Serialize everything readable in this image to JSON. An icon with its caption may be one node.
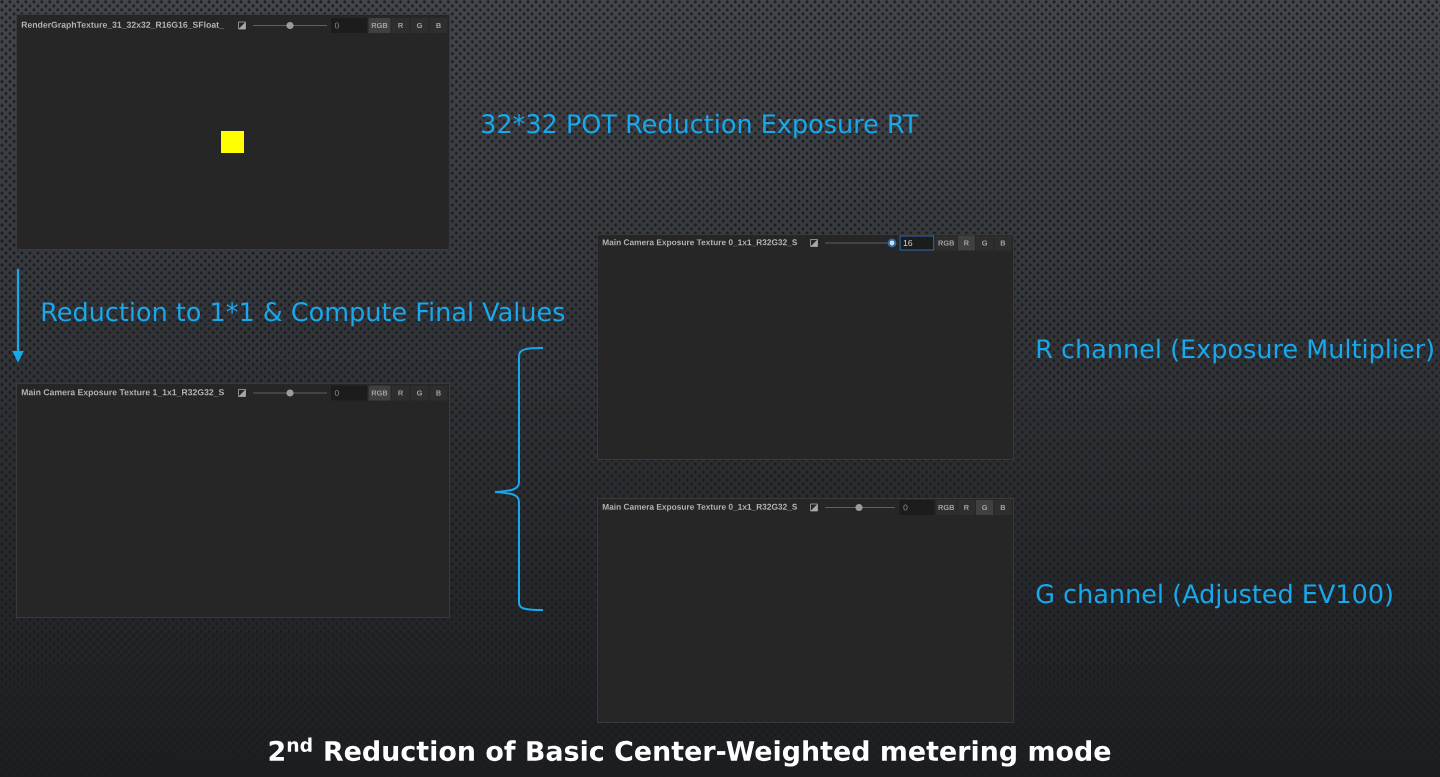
{
  "diagram": {
    "caption": "2$^{nd}$ Reduction of Basic Center-Weighted metering mode",
    "nodes": [
      {
        "text": [
          "RenderGraphTexture_31_32x32_R16G16_SFloat_",
          "0",
          "RGB",
          "R",
          "G",
          "B"
        ],
        "beside": [
          "32*32 POT Reduction Exposure RT"
        ]
      },
      {
        "text": [
          "Main Camera Exposure Texture 1_1x1_R32G32_S",
          "0",
          "RGB",
          "R",
          "G",
          "B"
        ]
      },
      {
        "text": [
          "Main Camera Exposure Texture 0_1x1_R32G32_S",
          "16",
          "RGB",
          "R",
          "G",
          "B"
        ],
        "beside": [
          "R channel (Exposure Multiplier)"
        ]
      },
      {
        "text": [
          "Main Camera Exposure Texture 0_1x1_R32G32_S",
          "0",
          "RGB",
          "R",
          "G",
          "B"
        ],
        "beside": [
          "G channel (Adjusted EV100)"
        ]
      }
    ],
    "edges": [
      {
        "from": 0,
        "to": 1,
        "arrow": "to",
        "label": "Reduction to 1*1 & Compute Final Values"
      }
    ]
  }
}
